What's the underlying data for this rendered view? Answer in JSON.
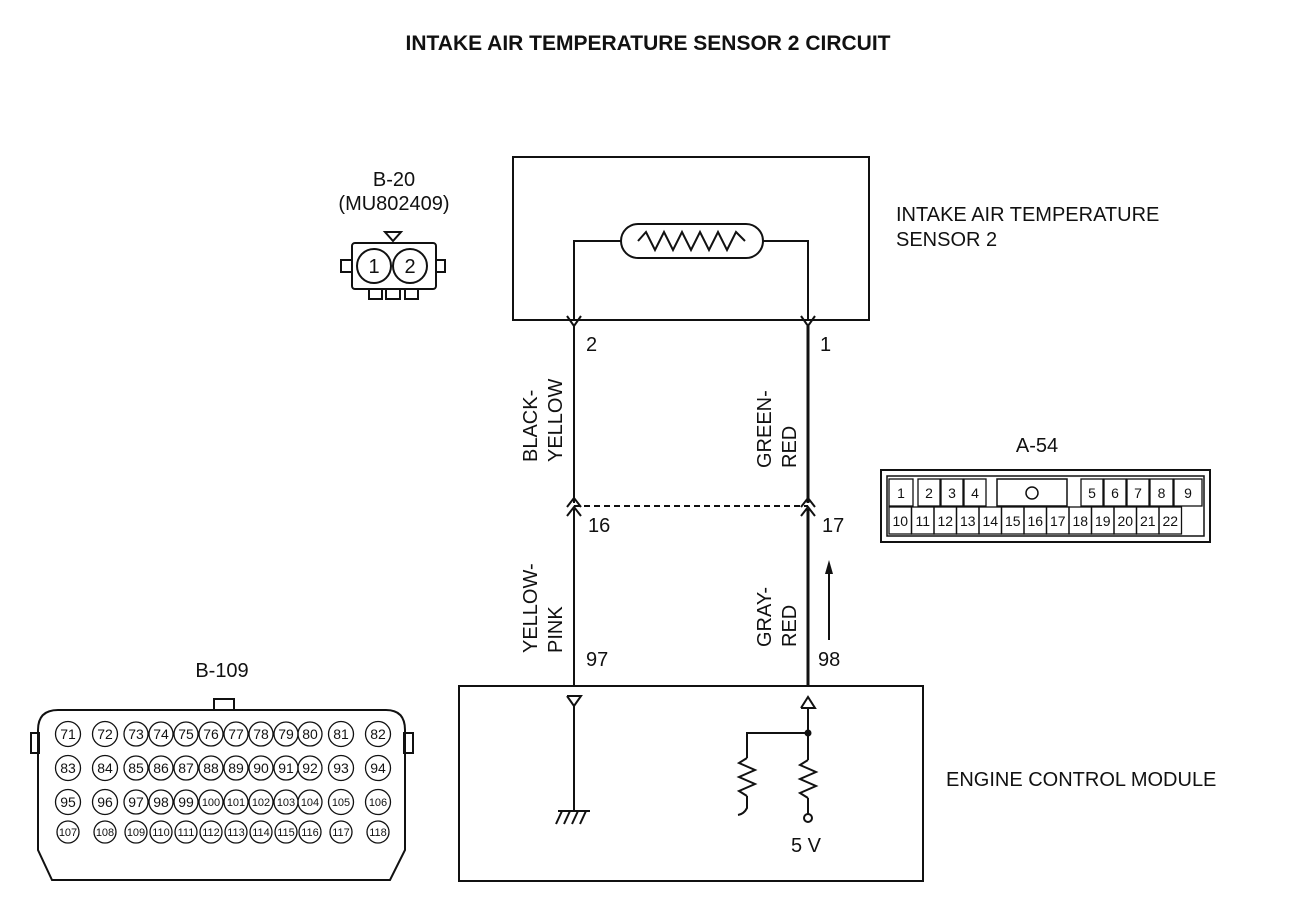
{
  "title": "INTAKE AIR TEMPERATURE SENSOR 2 CIRCUIT",
  "sensor": {
    "name_line1": "INTAKE AIR TEMPERATURE",
    "name_line2": "SENSOR 2"
  },
  "ecm": {
    "name": "ENGINE CONTROL MODULE",
    "supply": "5 V"
  },
  "connectors": {
    "b20": {
      "id": "B-20",
      "part": "(MU802409)",
      "pins": [
        "1",
        "2"
      ]
    },
    "a54": {
      "id": "A-54",
      "top_row": [
        "1",
        "2",
        "3",
        "4",
        "5",
        "6",
        "7",
        "8",
        "9"
      ],
      "bottom_row": [
        "10",
        "11",
        "12",
        "13",
        "14",
        "15",
        "16",
        "17",
        "18",
        "19",
        "20",
        "21",
        "22"
      ]
    },
    "b109": {
      "id": "B-109",
      "rows": [
        [
          "71",
          "72",
          "73",
          "74",
          "75",
          "76",
          "77",
          "78",
          "79",
          "80",
          "81",
          "82"
        ],
        [
          "83",
          "84",
          "85",
          "86",
          "87",
          "88",
          "89",
          "90",
          "91",
          "92",
          "93",
          "94"
        ],
        [
          "95",
          "96",
          "97",
          "98",
          "99",
          "100",
          "101",
          "102",
          "103",
          "104",
          "105",
          "106"
        ],
        [
          "107",
          "108",
          "109",
          "110",
          "111",
          "112",
          "113",
          "114",
          "115",
          "116",
          "117",
          "118"
        ]
      ]
    }
  },
  "wires": {
    "left": {
      "upper_color_1": "BLACK-",
      "upper_color_2": "YELLOW",
      "lower_color_1": "YELLOW-",
      "lower_color_2": "PINK",
      "sensor_pin": "2",
      "junction_pin": "16",
      "ecm_pin": "97"
    },
    "right": {
      "upper_color_1": "GREEN-",
      "upper_color_2": "RED",
      "lower_color_1": "GRAY-",
      "lower_color_2": "RED",
      "sensor_pin": "1",
      "junction_pin": "17",
      "ecm_pin": "98"
    }
  }
}
